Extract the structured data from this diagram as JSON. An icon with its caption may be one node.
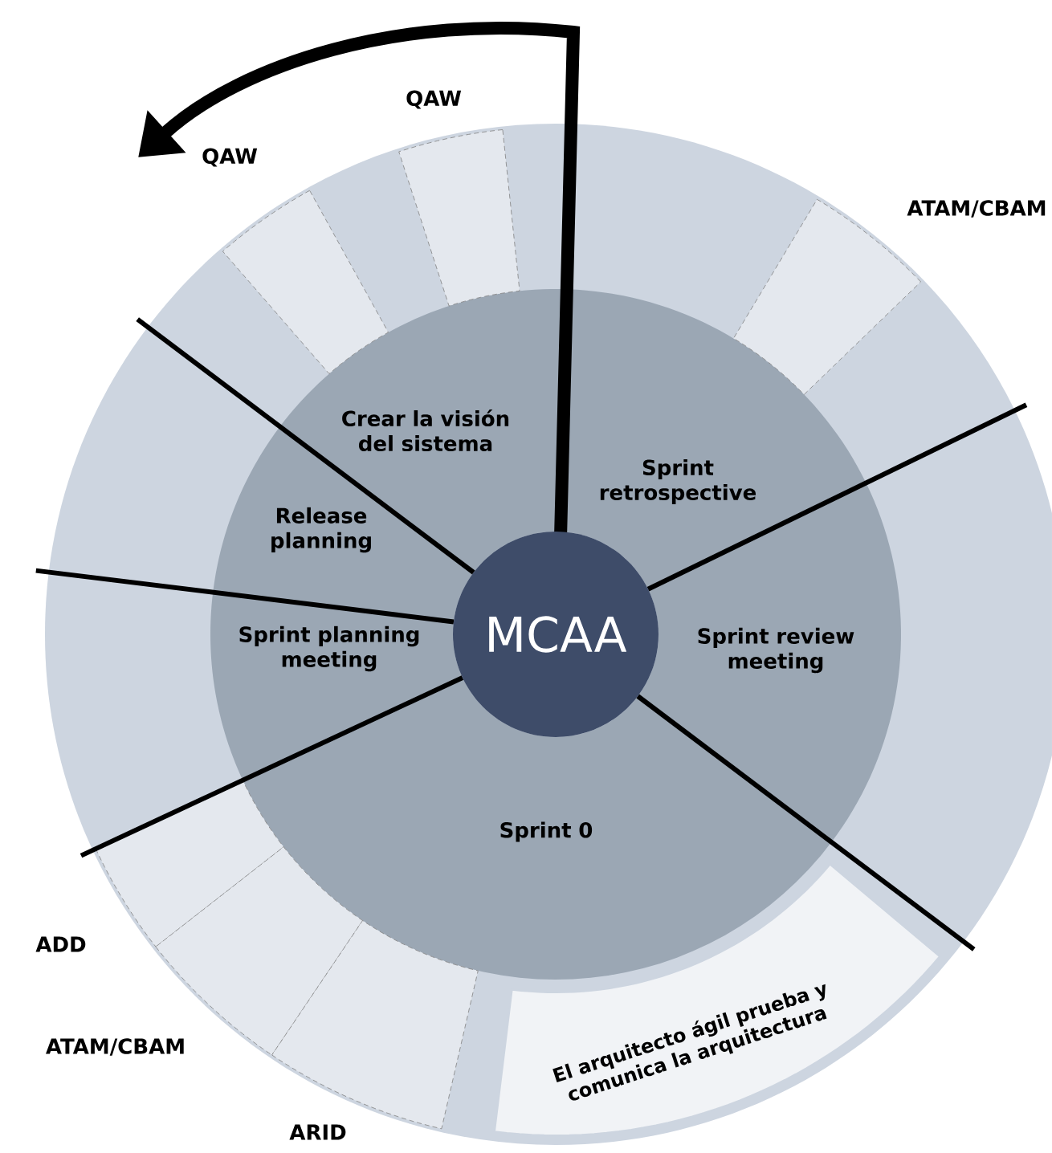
{
  "diagram": {
    "nodes": [
      {
        "text": [
          "Crear la visión del sistema"
        ]
      },
      {
        "text": [
          "Sprint retrospective"
        ]
      },
      {
        "text": [
          "Release planning"
        ]
      },
      {
        "text": [
          "Sprint planning meeting"
        ]
      },
      {
        "text": [
          "MCAA"
        ]
      },
      {
        "text": [
          "Sprint review meeting"
        ]
      },
      {
        "text": [
          "Sprint 0"
        ]
      },
      {
        "text": [
          "El arquitecto ágil prueba y comunica la arquitectura"
        ]
      },
      {
        "text": [],
        "shape": "box",
        "beside": [
          "QAW"
        ]
      },
      {
        "text": [],
        "shape": "box",
        "beside": [
          "QAW"
        ]
      },
      {
        "text": [],
        "shape": "box",
        "beside": [
          "ATAM/CBAM"
        ]
      },
      {
        "text": [],
        "shape": "box",
        "beside": [
          "ADD"
        ]
      },
      {
        "text": [],
        "shape": "box",
        "beside": [
          "ATAM/CBAM"
        ]
      },
      {
        "text": [],
        "shape": "box",
        "beside": [
          "ARID"
        ]
      }
    ]
  }
}
